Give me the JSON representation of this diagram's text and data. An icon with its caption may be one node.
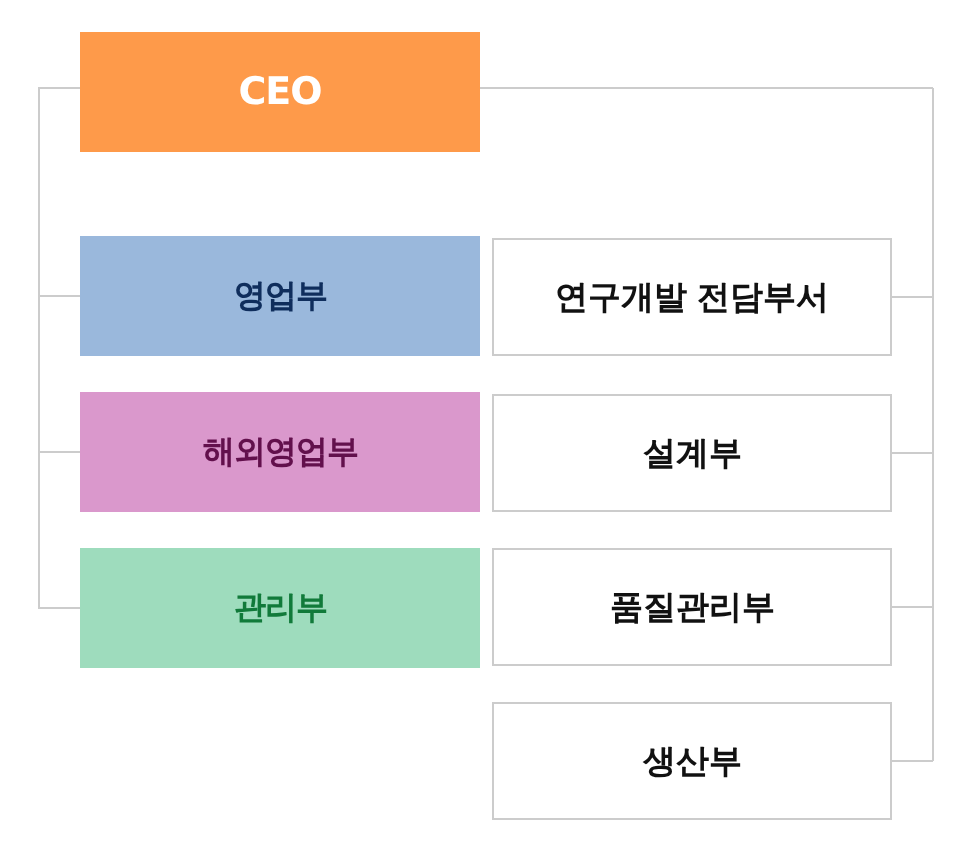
{
  "diagram": {
    "nodes": [
      {
        "text": [
          "CEO"
        ]
      },
      {
        "text": [
          "영업부"
        ]
      },
      {
        "text": [
          "해외영업부"
        ]
      },
      {
        "text": [
          "관리부"
        ]
      },
      {
        "text": [
          "연구개발 전담부서"
        ]
      },
      {
        "text": [
          "설계부"
        ]
      },
      {
        "text": [
          "품질관리부"
        ]
      },
      {
        "text": [
          "생산부"
        ]
      }
    ],
    "edges": [
      {
        "from": 0,
        "to": 1,
        "arrow": "none"
      },
      {
        "from": 0,
        "to": 2,
        "arrow": "none"
      },
      {
        "from": 0,
        "to": 3,
        "arrow": "none"
      },
      {
        "from": 0,
        "to": 4,
        "arrow": "none"
      },
      {
        "from": 0,
        "to": 5,
        "arrow": "none"
      },
      {
        "from": 0,
        "to": 6,
        "arrow": "none"
      },
      {
        "from": 0,
        "to": 7,
        "arrow": "none"
      }
    ]
  }
}
